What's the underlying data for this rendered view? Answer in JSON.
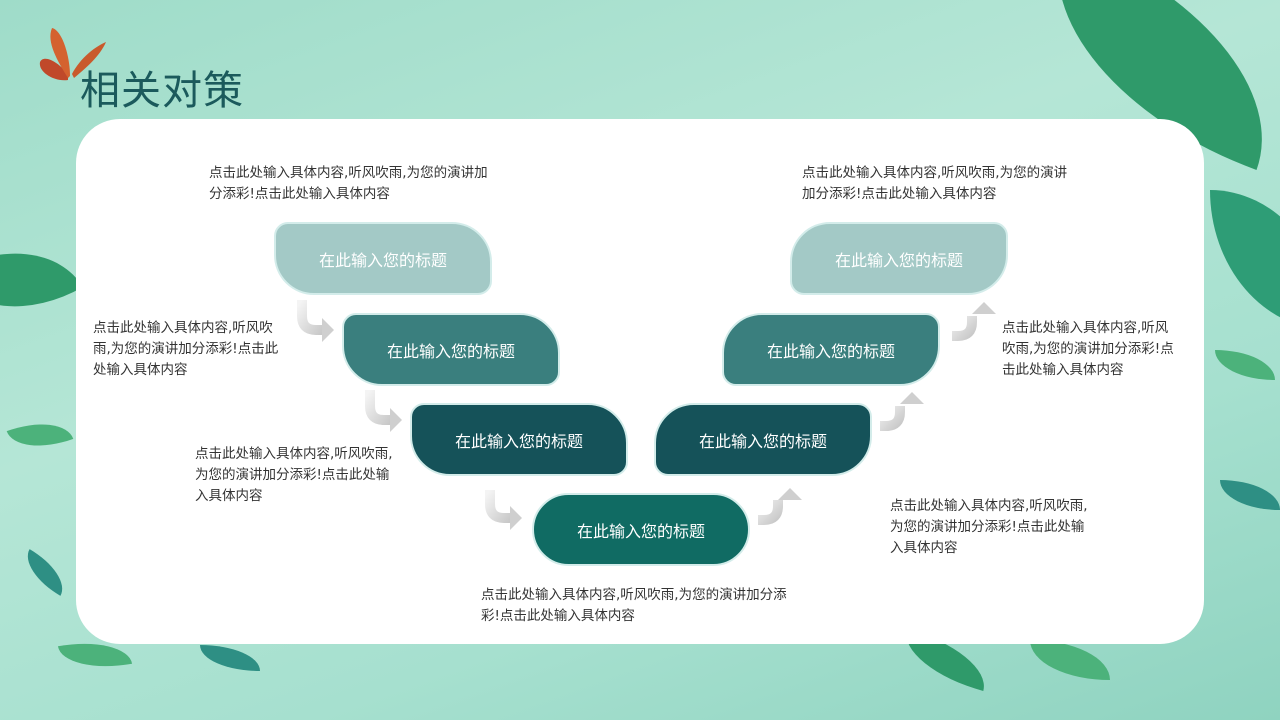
{
  "title": "相关对策",
  "colors": {
    "light": "#a3c9c6",
    "mid": "#3a7f7e",
    "dark": "#155259",
    "bottom": "#106b63",
    "title": "#1b5a5c"
  },
  "steps": [
    {
      "label": "在此输入您的标题",
      "desc": "点击此处输入具体内容,听风吹雨,为您的演讲加分添彩!点击此处输入具体内容"
    },
    {
      "label": "在此输入您的标题",
      "desc": "点击此处输入具体内容,听风吹雨,为您的演讲加分添彩!点击此处输入具体内容"
    },
    {
      "label": "在此输入您的标题",
      "desc": "点击此处输入具体内容,听风吹雨,为您的演讲加分添彩!点击此处输入具体内容"
    },
    {
      "label": "在此输入您的标题",
      "desc": "点击此处输入具体内容,听风吹雨,为您的演讲加分添彩!点击此处输入具体内容"
    },
    {
      "label": "在此输入您的标题",
      "desc": "点击此处输入具体内容,听风吹雨,为您的演讲加分添彩!点击此处输入具体内容"
    },
    {
      "label": "在此输入您的标题",
      "desc": "点击此处输入具体内容,听风吹雨,为您的演讲加分添彩!点击此处输入具体内容"
    },
    {
      "label": "在此输入您的标题",
      "desc": "点击此处输入具体内容,听风吹雨,为您的演讲加分添彩!点击此处输入具体内容"
    }
  ]
}
